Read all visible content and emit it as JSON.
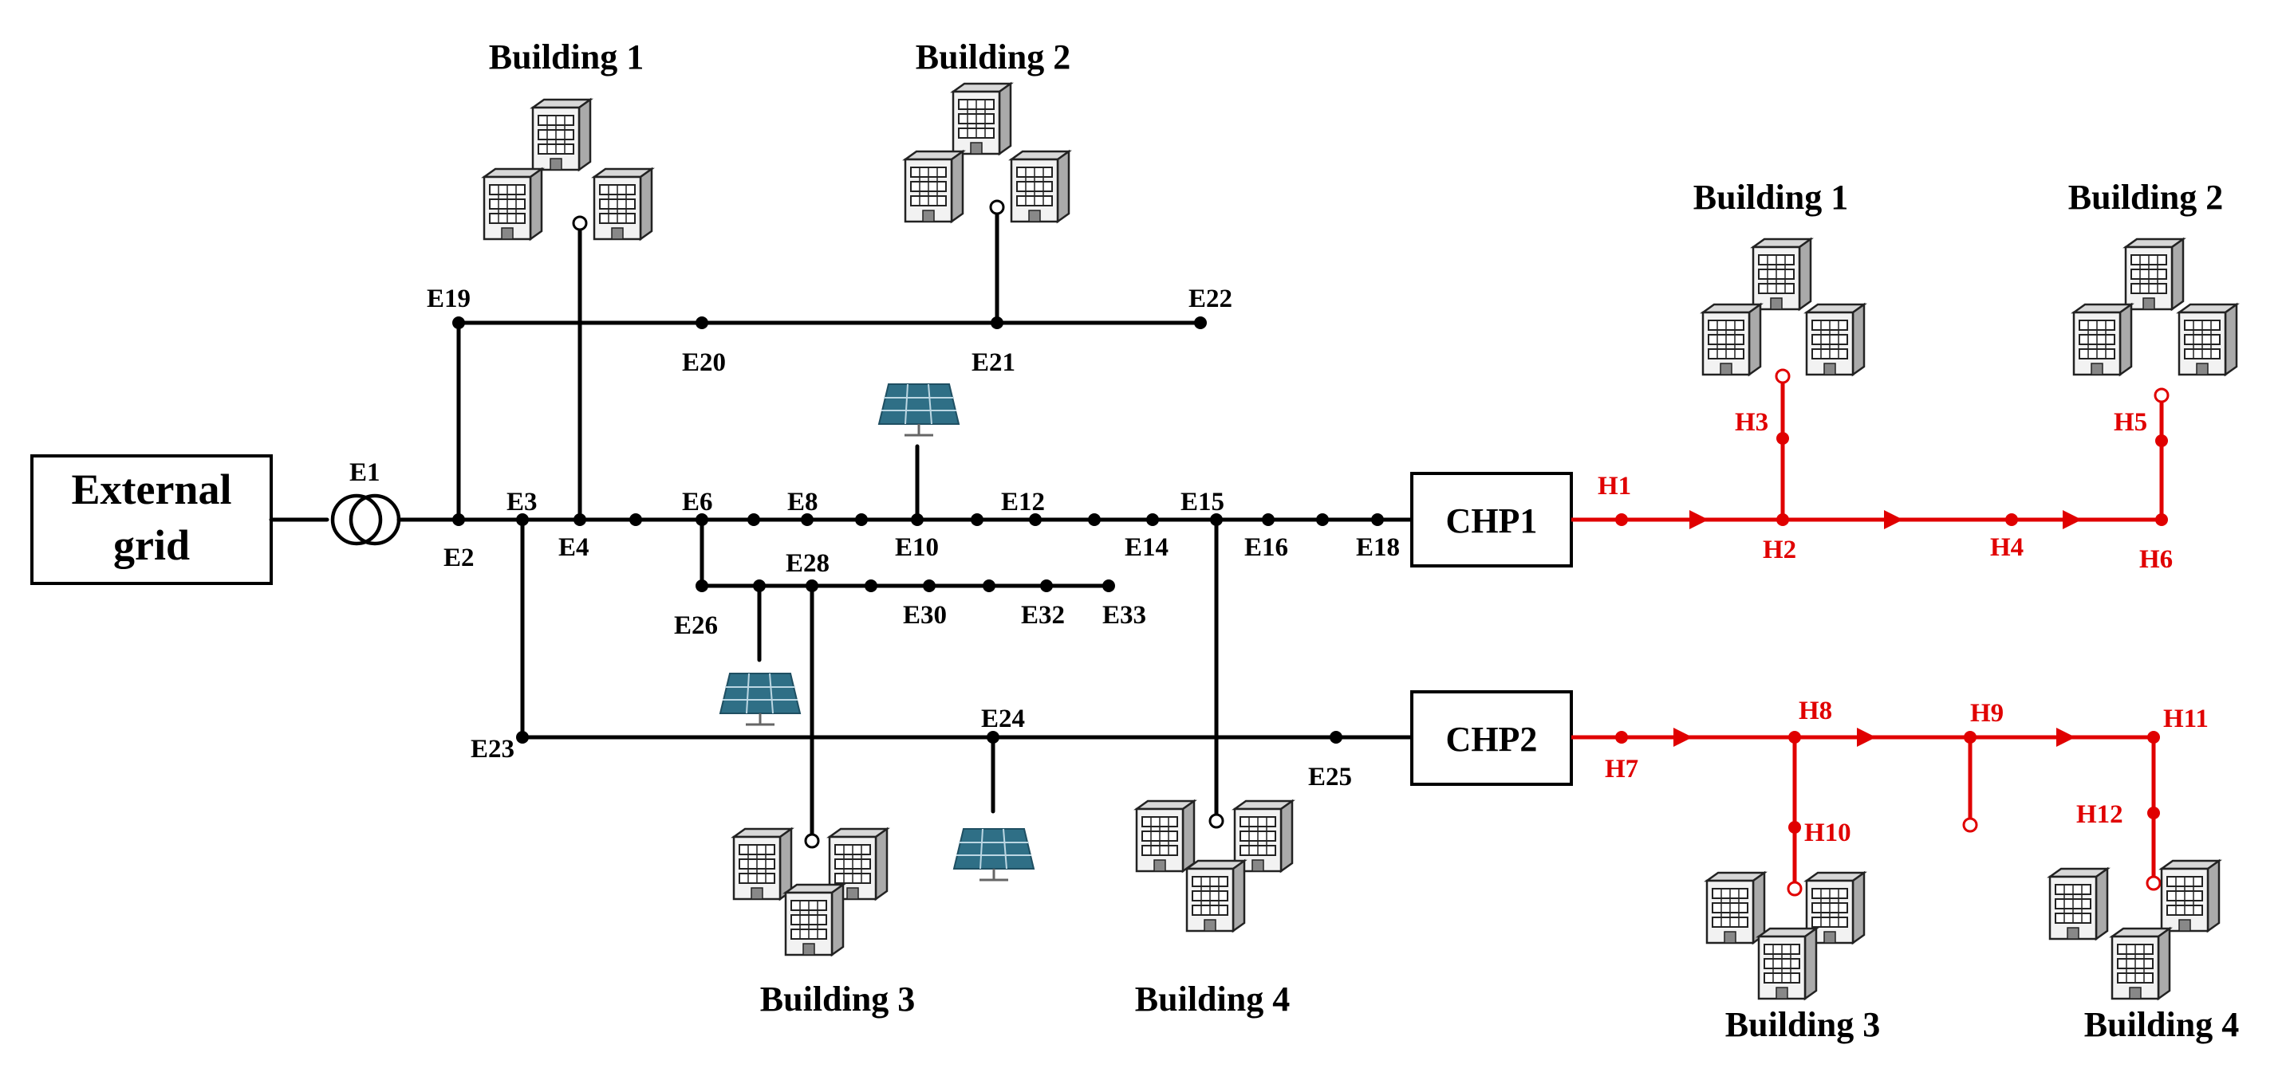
{
  "electrical": {
    "external_grid": [
      "External",
      "grid"
    ],
    "transformer_label": "E1",
    "chp1": "CHP1",
    "chp2": "CHP2",
    "bus_labels": [
      "E2",
      "E3",
      "E4",
      "E6",
      "E8",
      "E10",
      "E12",
      "E14",
      "E15",
      "E16",
      "E18",
      "E19",
      "E20",
      "E21",
      "E22",
      "E23",
      "E24",
      "E25",
      "E26",
      "E28",
      "E30",
      "E32",
      "E33"
    ],
    "buildings": [
      "Building 1",
      "Building 2",
      "Building 3",
      "Building 4"
    ]
  },
  "thermal": {
    "node_labels": [
      "H1",
      "H2",
      "H3",
      "H4",
      "H5",
      "H6",
      "H7",
      "H8",
      "H9",
      "H10",
      "H11",
      "H12"
    ],
    "buildings": [
      "Building 1",
      "Building 2",
      "Building 3",
      "Building 4"
    ]
  },
  "colors": {
    "electric": "#000000",
    "heat": "#e00000",
    "panel": "#2f6f86"
  },
  "icons": {
    "building": "building-icon",
    "solar": "solar-panel-icon",
    "transformer": "transformer-icon"
  }
}
